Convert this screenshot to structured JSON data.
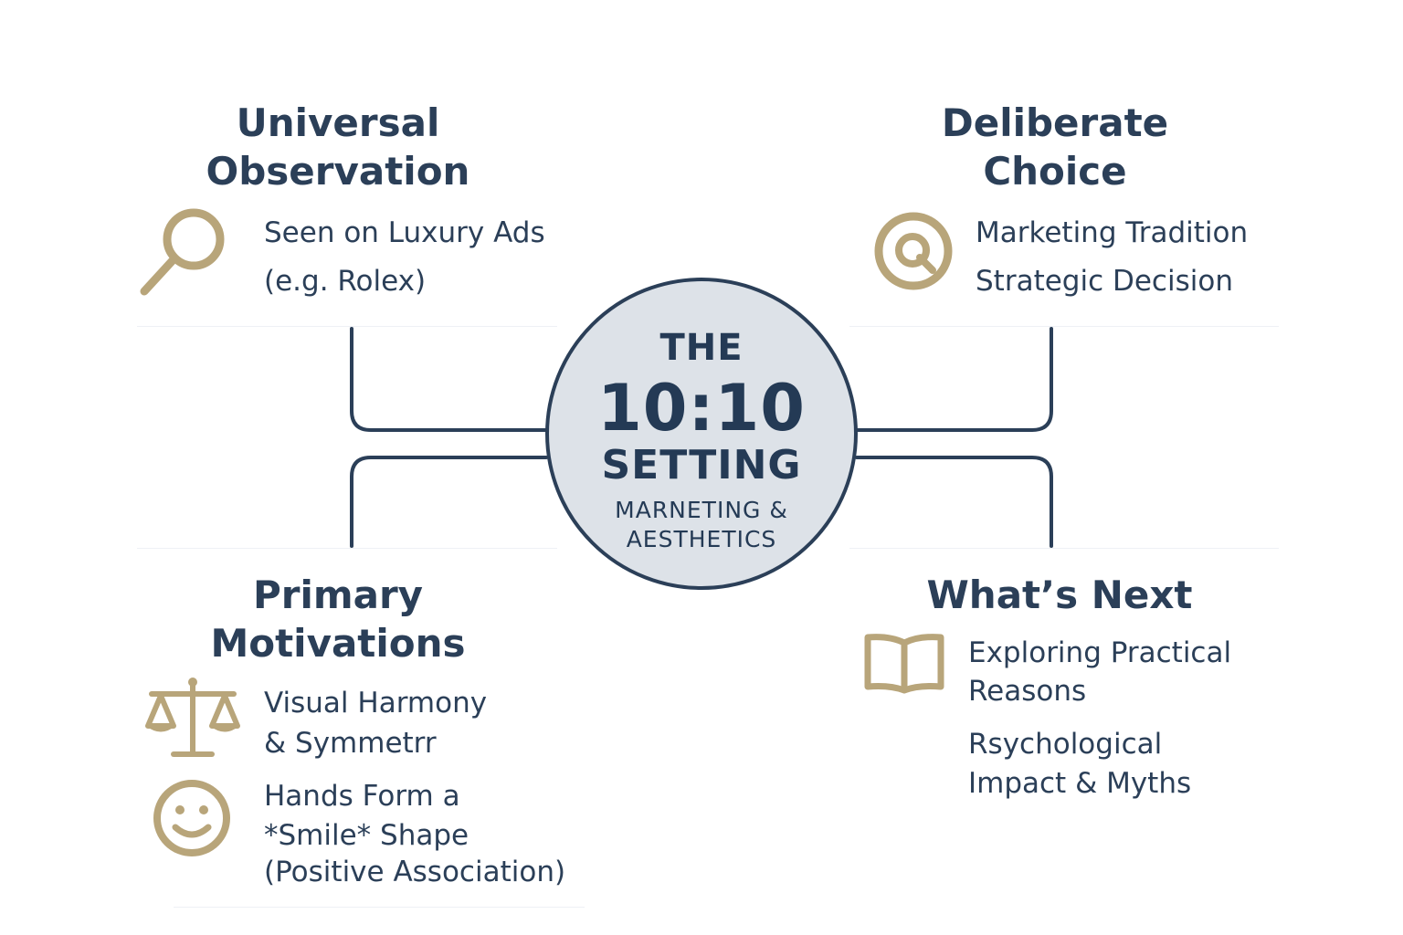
{
  "colors": {
    "navy": "#2b3f58",
    "gold": "#b8a57a",
    "badge_fill": "#dde2e8"
  },
  "center": {
    "line1": "THE",
    "line2": "10:10",
    "line3": "SETTING",
    "subtitle_line1": "MARNETING &",
    "subtitle_line2": "AESTHETICS"
  },
  "quadrants": {
    "top_left": {
      "heading_line1": "Universal",
      "heading_line2": "Observation",
      "icon": "magnifier-icon",
      "items": [
        "Seen on Luxury Ads",
        "(e.g. Rolex)"
      ]
    },
    "top_right": {
      "heading_line1": "Deliberate",
      "heading_line2": "Choice",
      "icon": "target-icon",
      "items": [
        "Marketing Tradition",
        "Strategic Decision"
      ]
    },
    "bottom_left": {
      "heading_line1": "Primary",
      "heading_line2": "Motivations",
      "icons": [
        "scales-icon",
        "smiley-icon"
      ],
      "items": [
        "Visual Harmony",
        "& Symmetrr",
        "Hands Form a",
        "*Smile* Shape",
        "(Positive Association)"
      ]
    },
    "bottom_right": {
      "heading": "What’s Next",
      "icon": "open-book-icon",
      "items": [
        "Exploring Practical",
        "Reasons",
        "Rsychological",
        "Impact & Myths"
      ]
    }
  }
}
